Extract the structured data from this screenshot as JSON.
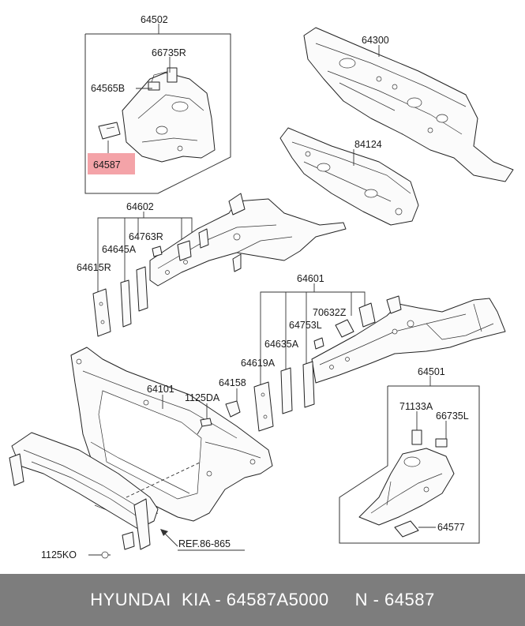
{
  "labels": {
    "p64502": "64502",
    "p66735R": "66735R",
    "p64565B": "64565B",
    "p64587": "64587",
    "p64300": "64300",
    "p84124": "84124",
    "p64602": "64602",
    "p64763R": "64763R",
    "p64645A": "64645A",
    "p64615R": "64615R",
    "p64601": "64601",
    "p70632Z": "70632Z",
    "p64753L": "64753L",
    "p64635A": "64635A",
    "p64619A": "64619A",
    "p64101": "64101",
    "p1125DA": "1125DA",
    "p64158": "64158",
    "p64501": "64501",
    "p71133A": "71133A",
    "p66735L": "66735L",
    "p64577": "64577",
    "ref": "REF.86-865",
    "p1125KO": "1125KO"
  },
  "highlight_color": "#f4a3a8",
  "footer": {
    "text": "HYUNDAI  KIA - 64587A5000     N - 64587"
  }
}
